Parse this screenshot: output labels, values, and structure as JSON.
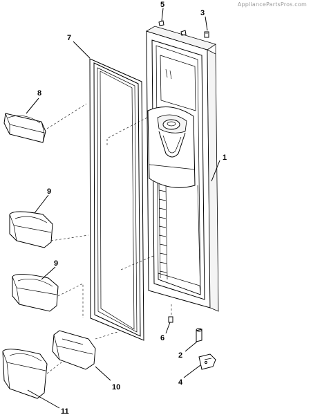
{
  "watermark": "AppliancePartsPros.com",
  "callouts": [
    {
      "id": "part-1",
      "label": "1"
    },
    {
      "id": "part-2",
      "label": "2"
    },
    {
      "id": "part-3",
      "label": "3"
    },
    {
      "id": "part-4",
      "label": "4"
    },
    {
      "id": "part-5",
      "label": "5"
    },
    {
      "id": "part-6",
      "label": "6"
    },
    {
      "id": "part-7",
      "label": "7"
    },
    {
      "id": "part-8",
      "label": "8"
    },
    {
      "id": "part-9a",
      "label": "9"
    },
    {
      "id": "part-9b",
      "label": "9"
    },
    {
      "id": "part-10",
      "label": "10"
    },
    {
      "id": "part-11",
      "label": "11"
    }
  ]
}
